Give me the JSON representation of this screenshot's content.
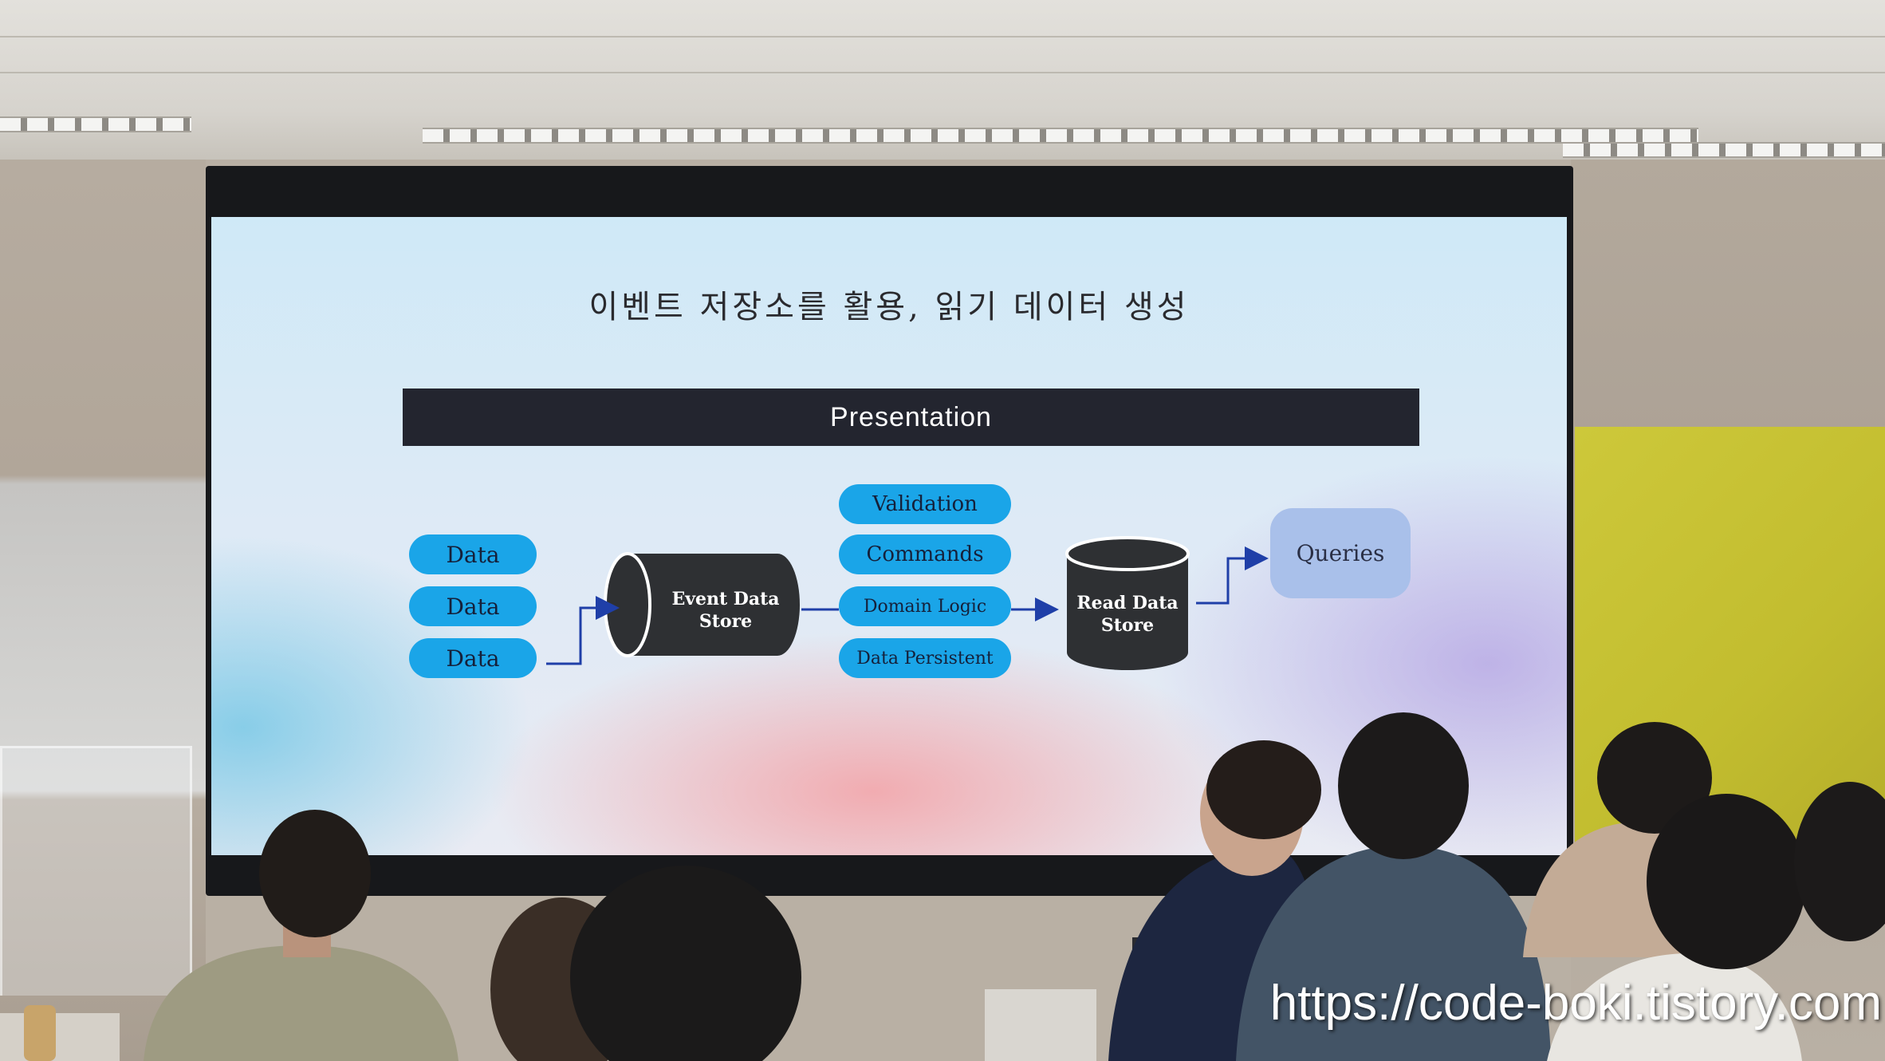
{
  "slide": {
    "title": "이벤트 저장소를 활용, 읽기 데이터 생성",
    "presentation_label": "Presentation",
    "data_items": [
      "Data",
      "Data",
      "Data"
    ],
    "event_store": {
      "line1": "Event Data",
      "line2": "Store"
    },
    "middle_items": [
      "Validation",
      "Commands",
      "Domain Logic",
      "Data Persistent"
    ],
    "read_store": {
      "line1": "Read Data",
      "line2": "Store"
    },
    "queries_label": "Queries",
    "colors": {
      "pill": "#1aa5e8",
      "bar": "#23252f",
      "cylinder": "#2e3033",
      "queries": "#a9c0ea",
      "arrow": "#1f3fa8"
    }
  },
  "watermark": "https://code-boki.tistory.com"
}
